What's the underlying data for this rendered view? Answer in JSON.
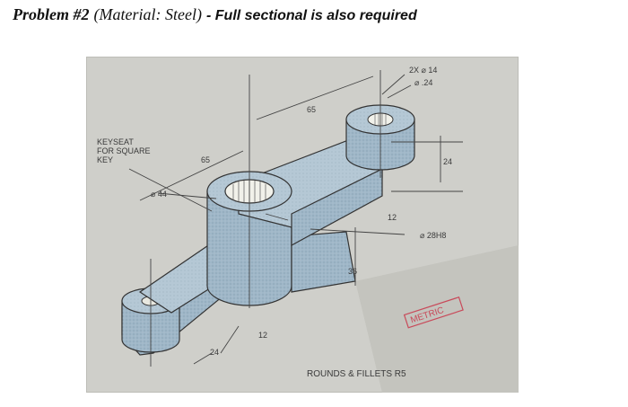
{
  "title": {
    "problem": "Problem #2",
    "material": "(Material: Steel)",
    "requirement": "- Full sectional is also required"
  },
  "drawing": {
    "labels": {
      "holes_small": "2X ⌀ 14",
      "holes_small_2": "⌀ .24",
      "dim_65_top": "65",
      "dim_65_left": "65",
      "keyseat_1": "KEYSEAT",
      "keyseat_2": "FOR SQUARE",
      "keyseat_3": "KEY",
      "dia_44": "⌀ 44",
      "dim_24_right": "24",
      "dim_12_mid": "12",
      "bore": "⌀ 28H8",
      "dim_36": "36",
      "dim_12_low": "12",
      "dim_24_low": "24",
      "metric": "METRIC",
      "rounds": "ROUNDS & FILLETS R5"
    }
  },
  "colors": {
    "background_card": "#cfcfca",
    "part_fill": "#9fb7c8",
    "part_top": "#b7cad6",
    "metric_stamp": "#c84a5a"
  }
}
